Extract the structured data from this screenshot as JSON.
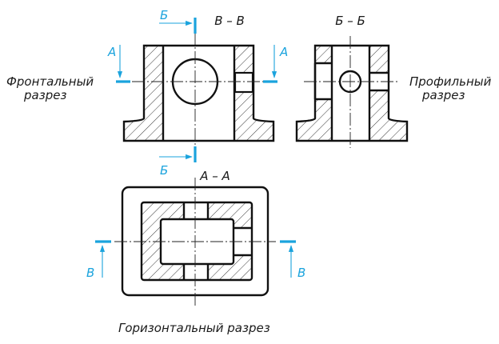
{
  "colors": {
    "accent": "#1aa3dd",
    "lines": "#111111",
    "background": "#ffffff"
  },
  "views": {
    "frontal": {
      "title": "В – В",
      "caption_line1": "Фронтальный",
      "caption_line2": "разрез"
    },
    "profile": {
      "title": "Б – Б",
      "caption_line1": "Профильный",
      "caption_line2": "разрез"
    },
    "horizontal": {
      "title": "А – А",
      "caption": "Горизонтальный разрез"
    }
  },
  "section_marks": {
    "a_left": "А",
    "a_right": "А",
    "b_top": "Б",
    "b_bottom": "Б",
    "v_left": "В",
    "v_right": "В"
  }
}
